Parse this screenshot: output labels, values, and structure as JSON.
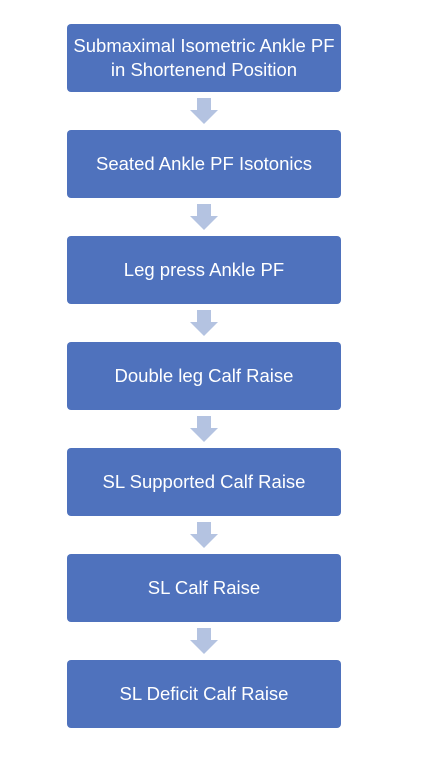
{
  "flowchart": {
    "steps": [
      {
        "label": "Submaximal Isometric Ankle PF in Shortenend Position"
      },
      {
        "label": "Seated Ankle PF Isotonics"
      },
      {
        "label": "Leg press Ankle PF"
      },
      {
        "label": "Double leg Calf Raise"
      },
      {
        "label": "SL Supported Calf Raise"
      },
      {
        "label": "SL Calf Raise"
      },
      {
        "label": "SL Deficit Calf Raise"
      }
    ],
    "colors": {
      "box": "#4f72bd",
      "text": "#ffffff",
      "arrow": "#b4c3e1"
    }
  }
}
